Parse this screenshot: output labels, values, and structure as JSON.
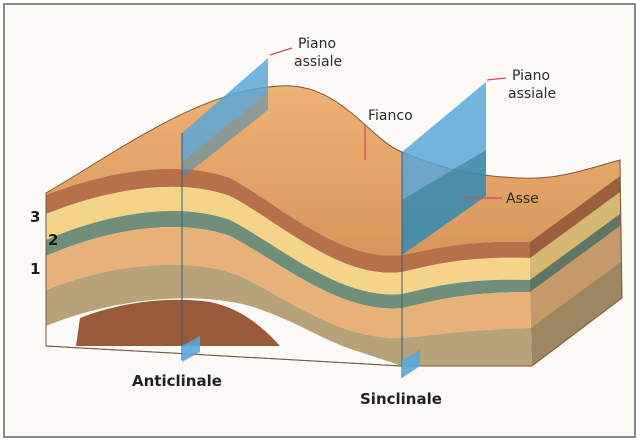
{
  "labels": {
    "plane_left_line1": "Piano",
    "plane_left_line2": "assiale",
    "plane_right_line1": "Piano",
    "plane_right_line2": "assiale",
    "flank": "Fianco",
    "axis": "Asse",
    "anticline": "Anticlinale",
    "syncline": "Sinclinale",
    "layer_3": "3",
    "layer_2": "2",
    "layer_1": "1"
  },
  "colors": {
    "top_surface": "#e8a868",
    "layer_dark_brown": "#b8704a",
    "layer_yellow": "#f4d488",
    "layer_green": "#6f8f7a",
    "layer_tan": "#e6b27a",
    "layer_olive": "#b7a27a",
    "core_brown": "#9a5a3a",
    "plane_blue": "#5aa7d8",
    "leader_line": "#d24a5a"
  }
}
